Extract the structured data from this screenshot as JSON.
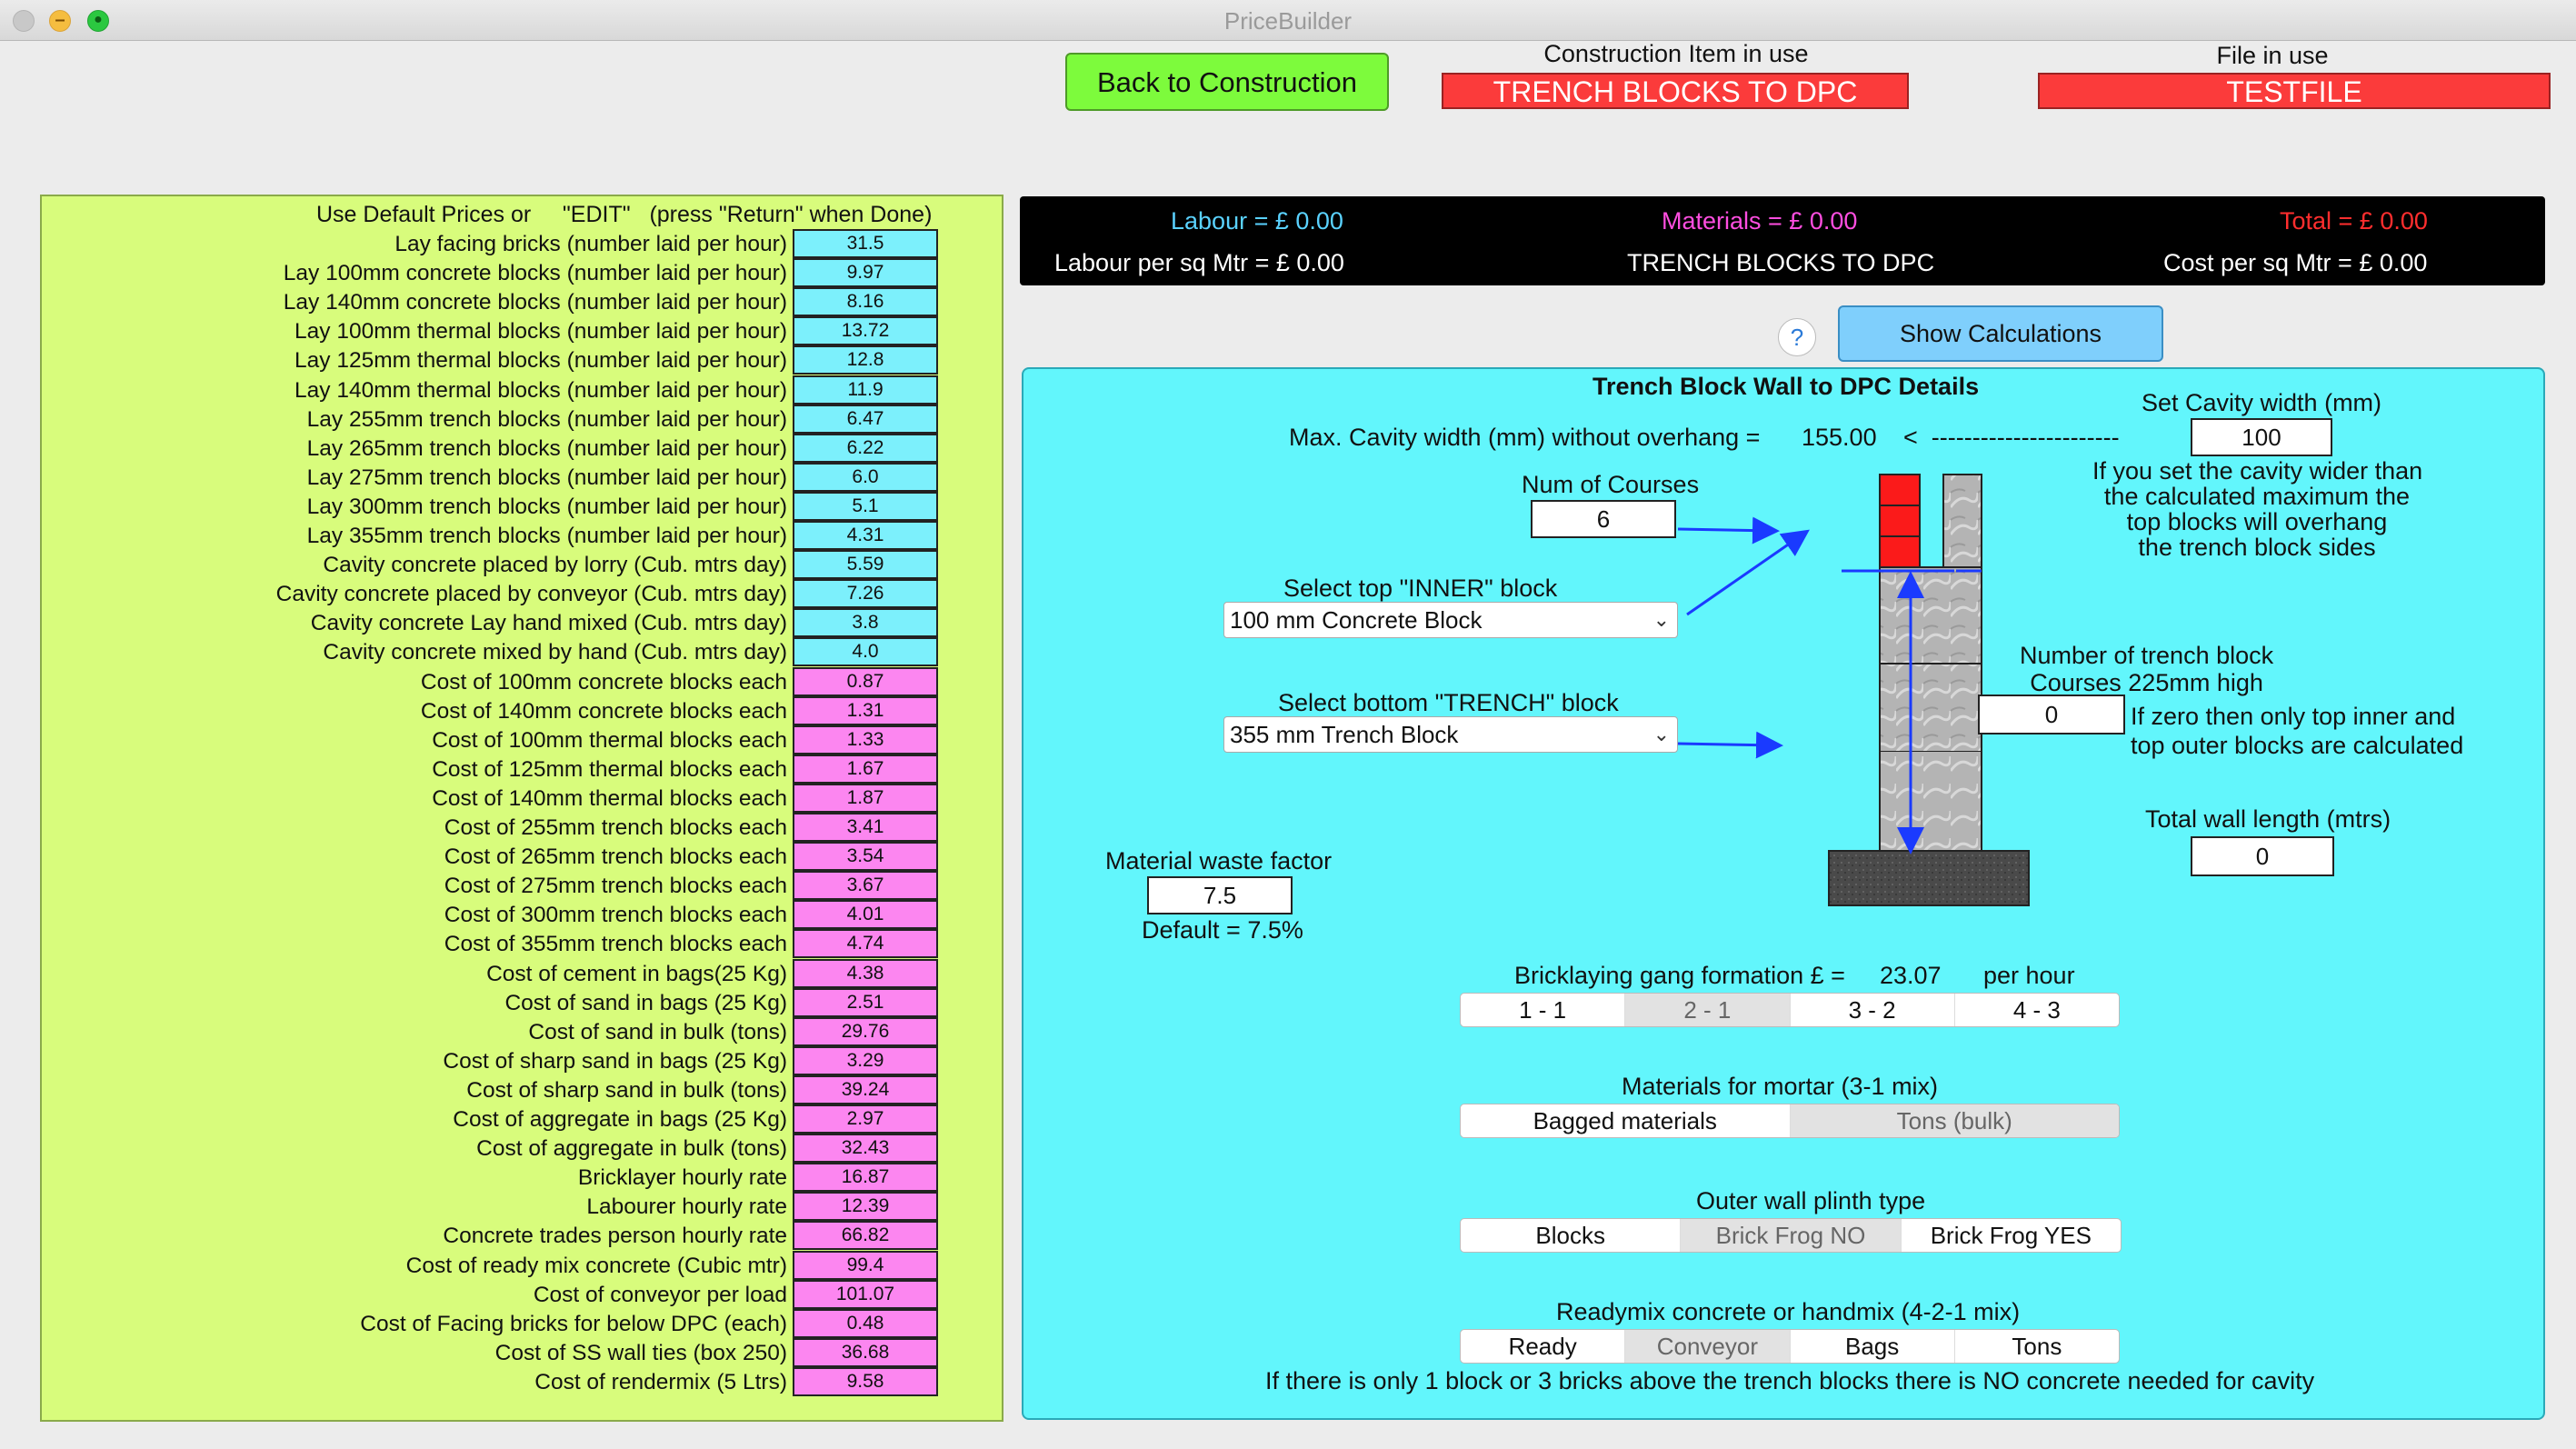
{
  "window": {
    "title": "PriceBuilder"
  },
  "header": {
    "back_button": "Back to Construction",
    "construction_label": "Construction Item in use",
    "construction_value": "TRENCH BLOCKS TO DPC",
    "file_label": "File in use",
    "file_value": "TESTFILE"
  },
  "left_panel": {
    "header": "Use Default Prices or     \"EDIT\"   (press \"Return\" when Done)",
    "rows": [
      {
        "label": "Lay facing bricks (number laid per hour)",
        "value": "31.5",
        "color": "#7cf0fc"
      },
      {
        "label": "Lay 100mm concrete blocks (number laid per hour)",
        "value": "9.97",
        "color": "#7cf0fc"
      },
      {
        "label": "Lay 140mm concrete blocks (number laid per hour)",
        "value": "8.16",
        "color": "#7cf0fc"
      },
      {
        "label": "Lay 100mm thermal blocks (number laid per hour)",
        "value": "13.72",
        "color": "#7cf0fc"
      },
      {
        "label": "Lay 125mm thermal blocks (number laid per hour)",
        "value": "12.8",
        "color": "#7cf0fc"
      },
      {
        "label": "Lay 140mm thermal blocks (number laid per hour)",
        "value": "11.9",
        "color": "#7cf0fc"
      },
      {
        "label": "Lay 255mm trench blocks (number laid per hour)",
        "value": "6.47",
        "color": "#7cf0fc"
      },
      {
        "label": "Lay 265mm trench blocks (number laid per hour)",
        "value": "6.22",
        "color": "#7cf0fc"
      },
      {
        "label": "Lay 275mm trench blocks (number laid per hour)",
        "value": "6.0",
        "color": "#7cf0fc"
      },
      {
        "label": "Lay 300mm trench blocks (number laid per hour)",
        "value": "5.1",
        "color": "#7cf0fc"
      },
      {
        "label": "Lay 355mm trench blocks (number laid per hour)",
        "value": "4.31",
        "color": "#7cf0fc"
      },
      {
        "label": "Cavity concrete placed by lorry (Cub. mtrs day)",
        "value": "5.59",
        "color": "#7cf0fc"
      },
      {
        "label": "Cavity concrete placed by conveyor (Cub. mtrs day)",
        "value": "7.26",
        "color": "#7cf0fc"
      },
      {
        "label": "Cavity concrete Lay hand mixed (Cub. mtrs day)",
        "value": "3.8",
        "color": "#7cf0fc"
      },
      {
        "label": "Cavity concrete  mixed by hand (Cub. mtrs day)",
        "value": "4.0",
        "color": "#7cf0fc"
      },
      {
        "label": "Cost of 100mm concrete blocks each",
        "value": "0.87",
        "color": "#fc86f0"
      },
      {
        "label": "Cost of 140mm concrete blocks each",
        "value": "1.31",
        "color": "#fc86f0"
      },
      {
        "label": "Cost of 100mm thermal blocks each",
        "value": "1.33",
        "color": "#fc86f0"
      },
      {
        "label": "Cost of 125mm thermal blocks each",
        "value": "1.67",
        "color": "#fc86f0"
      },
      {
        "label": "Cost of 140mm thermal blocks each",
        "value": "1.87",
        "color": "#fc86f0"
      },
      {
        "label": "Cost of 255mm trench blocks each",
        "value": "3.41",
        "color": "#fc86f0"
      },
      {
        "label": "Cost of 265mm trench blocks each",
        "value": "3.54",
        "color": "#fc86f0"
      },
      {
        "label": "Cost of 275mm trench blocks each",
        "value": "3.67",
        "color": "#fc86f0"
      },
      {
        "label": "Cost of 300mm trench blocks each",
        "value": "4.01",
        "color": "#fc86f0"
      },
      {
        "label": "Cost of 355mm trench blocks each",
        "value": "4.74",
        "color": "#fc86f0"
      },
      {
        "label": "Cost of cement in bags(25 Kg)",
        "value": "4.38",
        "color": "#fc86f0"
      },
      {
        "label": "Cost of sand in bags (25 Kg)",
        "value": "2.51",
        "color": "#fc86f0"
      },
      {
        "label": "Cost of sand in bulk (tons)",
        "value": "29.76",
        "color": "#fc86f0"
      },
      {
        "label": "Cost of sharp sand in bags (25 Kg)",
        "value": "3.29",
        "color": "#fc86f0"
      },
      {
        "label": "Cost of sharp sand in bulk (tons)",
        "value": "39.24",
        "color": "#fc86f0"
      },
      {
        "label": "Cost of aggregate in bags (25 Kg)",
        "value": "2.97",
        "color": "#fc86f0"
      },
      {
        "label": "Cost of aggregate in bulk (tons)",
        "value": "32.43",
        "color": "#fc86f0"
      },
      {
        "label": "Bricklayer hourly rate",
        "value": "16.87",
        "color": "#fc86f0"
      },
      {
        "label": "Labourer hourly rate",
        "value": "12.39",
        "color": "#fc86f0"
      },
      {
        "label": "Concrete trades person hourly rate",
        "value": "66.82",
        "color": "#fc86f0"
      },
      {
        "label": "Cost of ready mix concrete (Cubic mtr)",
        "value": "99.4",
        "color": "#fc86f0"
      },
      {
        "label": "Cost of conveyor per load",
        "value": "101.07",
        "color": "#fc86f0"
      },
      {
        "label": "Cost of Facing bricks for below DPC (each)",
        "value": "0.48",
        "color": "#fc86f0"
      },
      {
        "label": "Cost of SS wall ties (box 250)",
        "value": "36.68",
        "color": "#fc86f0"
      },
      {
        "label": "Cost of rendermix (5 Ltrs)",
        "value": "9.58",
        "color": "#fc86f0"
      }
    ]
  },
  "summary": {
    "labour": "Labour = £  0.00",
    "materials": "Materials = £ 0.00",
    "total": "Total = £  0.00",
    "labour_sqm": "Labour per sq Mtr = £  0.00",
    "item": "TRENCH BLOCKS TO DPC",
    "cost_sqm": "Cost per sq Mtr = £  0.00"
  },
  "help_button": "?",
  "show_calc_button": "Show Calculations",
  "details": {
    "title": "Trench Block Wall to DPC Details",
    "max_cavity_label": "Max. Cavity width (mm) without overhang =",
    "max_cavity_value": "155.00",
    "arrow_text": "<  -----------------------",
    "set_cavity_label": "Set Cavity width (mm)",
    "cavity_value": "100",
    "overhang_note": [
      "If you set the cavity wider than",
      "the calculated maximum the",
      "top blocks will overhang",
      "the trench block sides"
    ],
    "num_courses_label": "Num of Courses",
    "num_courses_value": "6",
    "top_block_label": "Select top \"INNER\" block",
    "top_block_value": "100 mm Concrete Block",
    "bottom_block_label": "Select bottom \"TRENCH\" block",
    "bottom_block_value": "355 mm Trench Block",
    "trench_courses_label": [
      "Number of trench block",
      "Courses 225mm high"
    ],
    "trench_courses_value": "0",
    "zero_note": [
      "If zero then only top inner and",
      "top outer blocks are calculated"
    ],
    "wall_length_label": "Total wall length (mtrs)",
    "wall_length_value": "0",
    "waste_label": "Material waste factor",
    "waste_value": "7.5",
    "waste_default": "Default = 7.5%",
    "gang_label": "Bricklaying gang formation £ =",
    "gang_value": "23.07",
    "gang_unit": "per hour",
    "gang_options": [
      "1 - 1",
      "2 - 1",
      "3 - 2",
      "4 - 3"
    ],
    "mortar_label": "Materials for mortar (3-1 mix)",
    "mortar_options": [
      "Bagged materials",
      "Tons (bulk)"
    ],
    "plinth_label": "Outer wall plinth type",
    "plinth_options": [
      "Blocks",
      "Brick Frog NO",
      "Brick Frog YES"
    ],
    "readymix_label": "Readymix concrete or handmix (4-2-1 mix)",
    "readymix_options": [
      "Ready",
      "Conveyor",
      "Bags",
      "Tons"
    ],
    "footer_note": "If there is only 1 block or 3 bricks above the trench blocks there is NO concrete needed for cavity"
  },
  "icons": {
    "dropdown": "chevron-down-icon",
    "help": "question-icon"
  }
}
